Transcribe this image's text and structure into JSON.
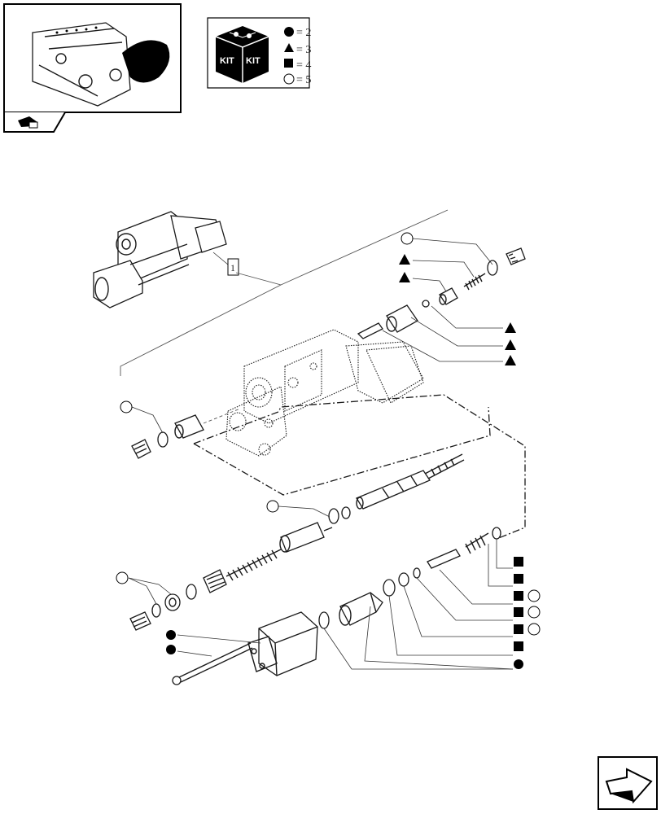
{
  "kit_legend": {
    "kit_left": "KIT",
    "kit_right": "KIT",
    "circle_qty": "= 2",
    "triangle_qty": "= 3",
    "square_qty": "= 4",
    "hollow_qty": "= 5"
  },
  "reference_label": "1",
  "colors": {
    "ink": "#1a1a1a",
    "fill": "#000000",
    "paper": "#ffffff"
  },
  "icons": [
    "tractor-section-icon",
    "kit-box-icon",
    "next-page-arrow-icon"
  ]
}
